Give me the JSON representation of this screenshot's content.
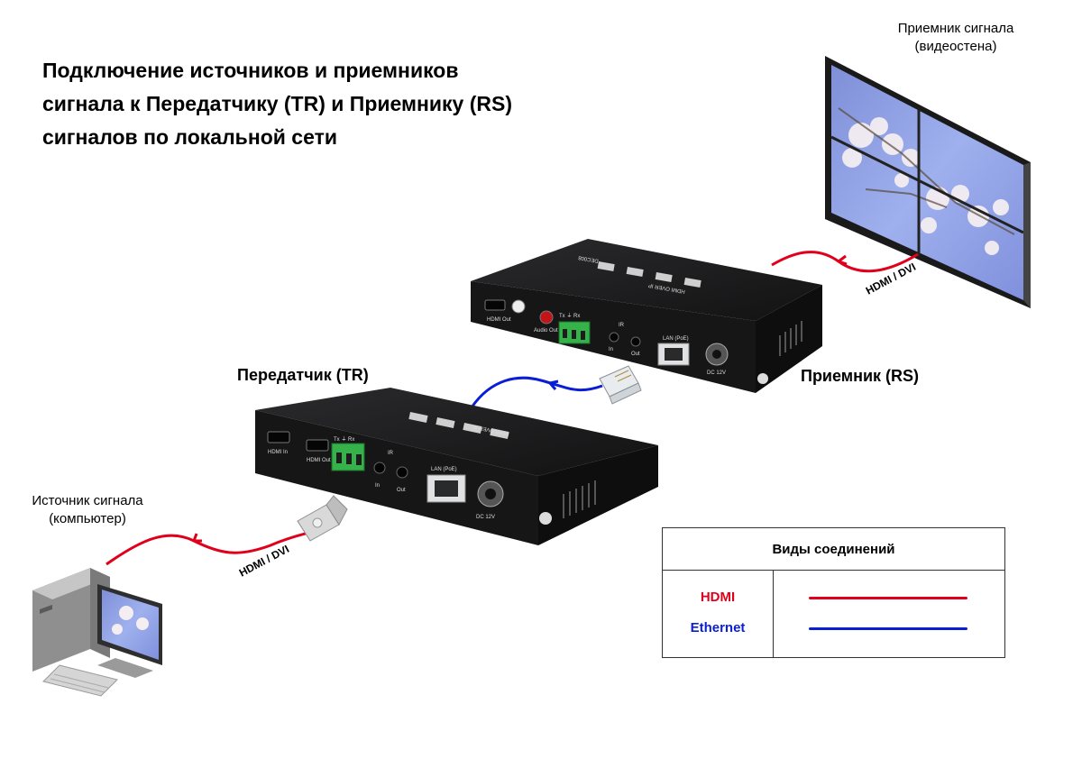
{
  "title_lines": [
    "Подключение источников и приемников",
    "сигнала к Передатчику (TR) и Приемнику (RS)",
    "сигналов по локальной сети"
  ],
  "receiver_display": {
    "line1": "Приемник сигнала",
    "line2": "(видеостена)"
  },
  "source_device": {
    "line1": "Источник сигнала",
    "line2": "(компьютер)"
  },
  "transmitter_label": "Передатчик (TR)",
  "receiver_label": "Приемник (RS)",
  "cable_labels": {
    "source": "HDMI / DVI",
    "display": "HDMI / DVI"
  },
  "transmitter_ports": {
    "hdmi_in": "HDMI In",
    "hdmi_out": "HDMI Out",
    "serial": "Tx ⏚ Rx",
    "ir": "IR",
    "ir_in": "In",
    "ir_out": "Out",
    "lan": "LAN (PoE)",
    "dc": "DC 12V",
    "top_text": "HDMI OVER IP"
  },
  "receiver_ports": {
    "hdmi_out": "HDMI Out",
    "audio_out": "Audio Out",
    "serial": "Tx ⏚ Rx",
    "ir": "IR",
    "ir_in": "In",
    "ir_out": "Out",
    "lan": "LAN (PoE)",
    "dc": "DC 12V",
    "top_text": "HDMI OVER IP",
    "model": "DEC008"
  },
  "legend": {
    "title": "Виды соединений",
    "items": [
      {
        "name": "HDMI",
        "color": "#e0001b"
      },
      {
        "name": "Ethernet",
        "color": "#0a1ed6"
      }
    ]
  },
  "colors": {
    "hdmi": "#e0001b",
    "ethernet": "#0a1ed6"
  }
}
